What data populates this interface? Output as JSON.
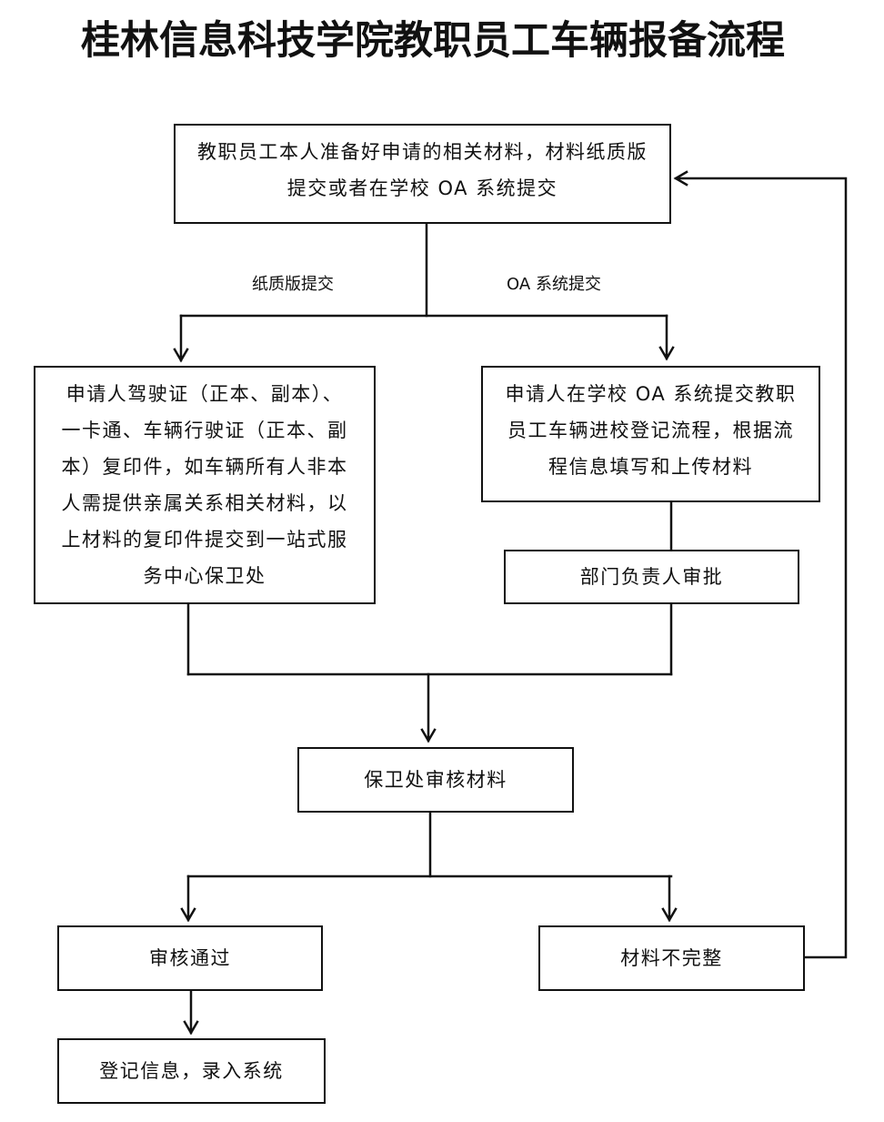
{
  "title": "桂林信息科技学院教职员工车辆报备流程",
  "nodes": {
    "start": {
      "lines": [
        "教职员工本人准备好申请的相关材料，材料纸质版",
        "提交或者在学校 OA 系统提交"
      ]
    },
    "paper": {
      "lines": [
        "申请人驾驶证（正本、副本）、",
        "一卡通、车辆行驶证（正本、副",
        "本）复印件，如车辆所有人非本",
        "人需提供亲属关系相关材料，以",
        "上材料的复印件提交到一站式服",
        "务中心保卫处"
      ]
    },
    "oa": {
      "lines": [
        "申请人在学校 OA 系统提交教职",
        "员工车辆进校登记流程，根据流",
        "程信息填写和上传材料"
      ]
    },
    "dept": {
      "lines": [
        "部门负责人审批"
      ]
    },
    "review": {
      "lines": [
        "保卫处审核材料"
      ]
    },
    "pass": {
      "lines": [
        "审核通过"
      ]
    },
    "incomplete": {
      "lines": [
        "材料不完整"
      ]
    },
    "register": {
      "lines": [
        "登记信息，录入系统"
      ]
    }
  },
  "edge_labels": {
    "paper": "纸质版提交",
    "oa": "OA 系统提交"
  }
}
